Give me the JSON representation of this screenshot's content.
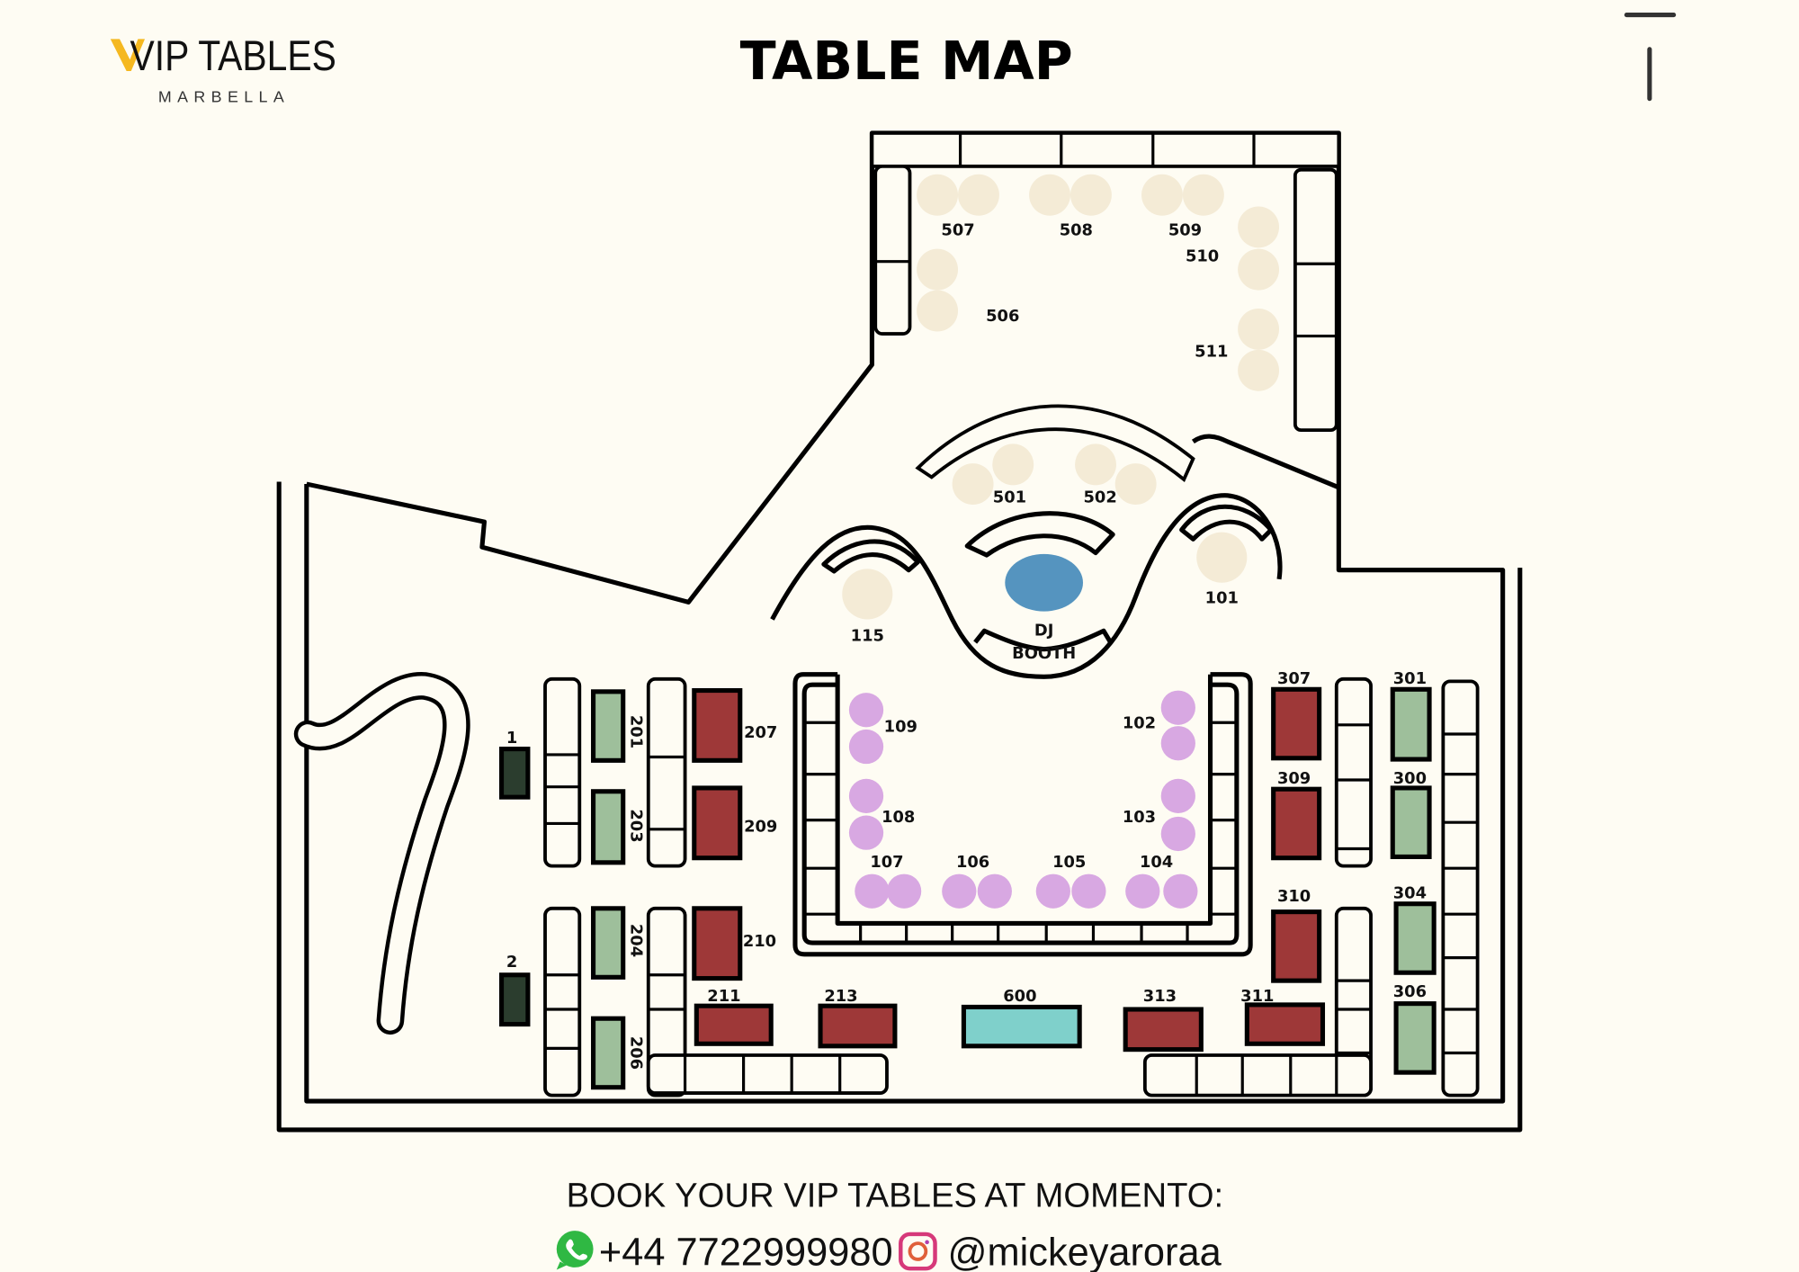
{
  "header": {
    "logo_main": "VIP TABLES",
    "logo_sub": "MARBELLA",
    "title": "TABLE MAP"
  },
  "colors": {
    "vip_red": "#9e3838",
    "standard_green": "#9ebf9b",
    "dark_green": "#2b3d2e",
    "stage_teal": "#7fd0cb",
    "dance_purple": "#d8a8e2",
    "terrace_cream": "#f4ebd6",
    "dj_blue": "#5594bf",
    "logo_gold": "#f5b820"
  },
  "dj_booth": {
    "line1": "DJ",
    "line2": "BOOTH"
  },
  "tables": [
    {
      "label": "1",
      "type": "dark"
    },
    {
      "label": "2",
      "type": "dark"
    },
    {
      "label": "201",
      "type": "green"
    },
    {
      "label": "203",
      "type": "green"
    },
    {
      "label": "204",
      "type": "green"
    },
    {
      "label": "206",
      "type": "green"
    },
    {
      "label": "207",
      "type": "red"
    },
    {
      "label": "209",
      "type": "red"
    },
    {
      "label": "210",
      "type": "red"
    },
    {
      "label": "211",
      "type": "red"
    },
    {
      "label": "213",
      "type": "red"
    },
    {
      "label": "600",
      "type": "teal"
    },
    {
      "label": "313",
      "type": "red"
    },
    {
      "label": "311",
      "type": "red"
    },
    {
      "label": "307",
      "type": "red"
    },
    {
      "label": "309",
      "type": "red"
    },
    {
      "label": "310",
      "type": "red"
    },
    {
      "label": "301",
      "type": "green"
    },
    {
      "label": "300",
      "type": "green"
    },
    {
      "label": "304",
      "type": "green"
    },
    {
      "label": "306",
      "type": "green"
    },
    {
      "label": "109",
      "type": "purple"
    },
    {
      "label": "108",
      "type": "purple"
    },
    {
      "label": "107",
      "type": "purple"
    },
    {
      "label": "106",
      "type": "purple"
    },
    {
      "label": "105",
      "type": "purple"
    },
    {
      "label": "104",
      "type": "purple"
    },
    {
      "label": "103",
      "type": "purple"
    },
    {
      "label": "102",
      "type": "purple"
    },
    {
      "label": "115",
      "type": "cream"
    },
    {
      "label": "101",
      "type": "cream"
    },
    {
      "label": "501",
      "type": "cream"
    },
    {
      "label": "502",
      "type": "cream"
    },
    {
      "label": "506",
      "type": "cream"
    },
    {
      "label": "507",
      "type": "cream"
    },
    {
      "label": "508",
      "type": "cream"
    },
    {
      "label": "509",
      "type": "cream"
    },
    {
      "label": "510",
      "type": "cream"
    },
    {
      "label": "511",
      "type": "cream"
    }
  ],
  "footer": {
    "book_text": "BOOK YOUR VIP TABLES AT MOMENTO:",
    "phone": "+44 7722999980",
    "instagram": "@mickeyaroraa",
    "whatsapp_icon": "whatsapp-icon",
    "instagram_icon": "instagram-icon"
  }
}
